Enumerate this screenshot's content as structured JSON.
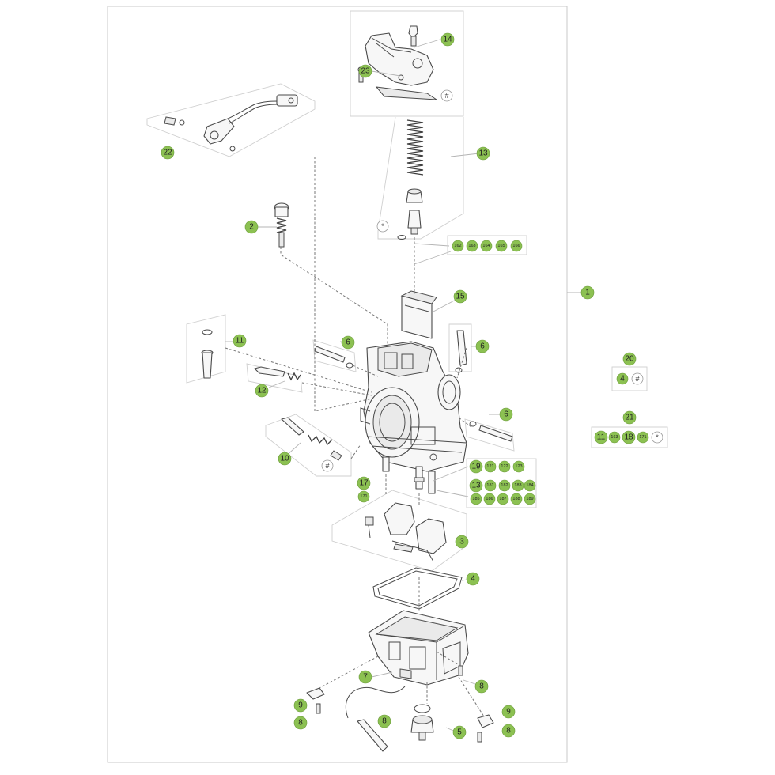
{
  "callouts": {
    "c1": "1",
    "c2": "2",
    "c3": "3",
    "c4": "4",
    "c5": "5",
    "c6a": "6",
    "c6b": "6",
    "c6c": "6",
    "c7": "7",
    "c8a": "8",
    "c8b": "8",
    "c8c": "8",
    "c8d": "8",
    "c9a": "9",
    "c9b": "9",
    "c10": "10",
    "c11": "11",
    "c12": "12",
    "c13": "13",
    "c14": "14",
    "c15": "15",
    "c17": "17",
    "c19": "19",
    "c20": "20",
    "c21": "21",
    "c22": "22",
    "c23": "23"
  },
  "codes": {
    "needle": [
      "162",
      "163",
      "164",
      "165",
      "166"
    ],
    "main_jet_row1": [
      "19",
      "121",
      "122",
      "123"
    ],
    "main_jet_row2": [
      "13",
      "181",
      "182",
      "183",
      "184"
    ],
    "main_jet_row3": [
      "185",
      "186",
      "187",
      "188",
      "189"
    ],
    "idle_jet": "171",
    "set20": [
      "4",
      "#"
    ],
    "set21": [
      "11",
      "163",
      "18",
      "171",
      "*"
    ]
  },
  "markers": {
    "hash_top": "#",
    "hash_float": "#",
    "star_needle": "*"
  }
}
